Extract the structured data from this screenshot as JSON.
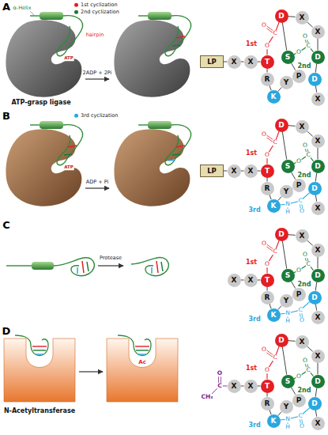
{
  "diagram": {
    "nodes": [
      {
        "text": [
          "LP"
        ]
      },
      {
        "text": [
          "X"
        ]
      },
      {
        "text": [
          "X"
        ]
      },
      {
        "text": [
          "T"
        ]
      },
      {
        "text": [
          "D"
        ]
      },
      {
        "text": [
          "X"
        ]
      },
      {
        "text": [
          "X"
        ]
      },
      {
        "text": [
          "S"
        ]
      },
      {
        "text": [
          "D"
        ]
      },
      {
        "text": [
          "R"
        ]
      },
      {
        "text": [
          "Y"
        ]
      },
      {
        "text": [
          "P"
        ]
      },
      {
        "text": [
          "K"
        ]
      },
      {
        "text": [
          "D"
        ]
      },
      {
        "text": [
          "X"
        ]
      },
      {
        "text": [
          "LP"
        ]
      },
      {
        "text": [
          "X"
        ]
      },
      {
        "text": [
          "X"
        ]
      },
      {
        "text": [
          "T"
        ]
      },
      {
        "text": [
          "D"
        ]
      },
      {
        "text": [
          "X"
        ]
      },
      {
        "text": [
          "X"
        ]
      },
      {
        "text": [
          "S"
        ]
      },
      {
        "text": [
          "D"
        ]
      },
      {
        "text": [
          "R"
        ]
      },
      {
        "text": [
          "Y"
        ]
      },
      {
        "text": [
          "P"
        ]
      },
      {
        "text": [
          "K"
        ]
      },
      {
        "text": [
          "D"
        ]
      },
      {
        "text": [
          "X"
        ]
      },
      {
        "text": [
          "X"
        ]
      },
      {
        "text": [
          "X"
        ]
      },
      {
        "text": [
          "T"
        ]
      },
      {
        "text": [
          "D"
        ]
      },
      {
        "text": [
          "X"
        ]
      },
      {
        "text": [
          "X"
        ]
      },
      {
        "text": [
          "S"
        ]
      },
      {
        "text": [
          "D"
        ]
      },
      {
        "text": [
          "R"
        ]
      },
      {
        "text": [
          "Y"
        ]
      },
      {
        "text": [
          "P"
        ]
      },
      {
        "text": [
          "K"
        ]
      },
      {
        "text": [
          "D"
        ]
      },
      {
        "text": [
          "X"
        ]
      },
      {
        "text": [
          "X"
        ]
      },
      {
        "text": [
          "X"
        ]
      },
      {
        "text": [
          "T"
        ]
      },
      {
        "text": [
          "D"
        ]
      },
      {
        "text": [
          "X"
        ]
      },
      {
        "text": [
          "X"
        ]
      },
      {
        "text": [
          "S"
        ]
      },
      {
        "text": [
          "D"
        ]
      },
      {
        "text": [
          "R"
        ]
      },
      {
        "text": [
          "Y"
        ]
      },
      {
        "text": [
          "P"
        ]
      },
      {
        "text": [
          "K"
        ]
      },
      {
        "text": [
          "D"
        ]
      },
      {
        "text": [
          "X"
        ]
      }
    ],
    "edges": [
      {
        "from": 0,
        "to": 1,
        "arrow": "none"
      },
      {
        "from": 1,
        "to": 2,
        "arrow": "none"
      },
      {
        "from": 2,
        "to": 3,
        "arrow": "none"
      },
      {
        "from": 3,
        "to": 9,
        "arrow": "none"
      },
      {
        "from": 9,
        "to": 12,
        "arrow": "none"
      },
      {
        "from": 12,
        "to": 10,
        "arrow": "none"
      },
      {
        "from": 10,
        "to": 11,
        "arrow": "none"
      },
      {
        "from": 11,
        "to": 7,
        "arrow": "none"
      },
      {
        "from": 7,
        "to": 4,
        "arrow": "none"
      },
      {
        "from": 4,
        "to": 5,
        "arrow": "none"
      },
      {
        "from": 5,
        "to": 6,
        "arrow": "none"
      },
      {
        "from": 6,
        "to": 8,
        "arrow": "none"
      },
      {
        "from": 8,
        "to": 13,
        "arrow": "none"
      },
      {
        "from": 13,
        "to": 14,
        "arrow": "none"
      },
      {
        "from": 3,
        "to": 4,
        "arrow": "none"
      },
      {
        "from": 7,
        "to": 8,
        "arrow": "none"
      },
      {
        "from": 15,
        "to": 16,
        "arrow": "none"
      },
      {
        "from": 16,
        "to": 17,
        "arrow": "none"
      },
      {
        "from": 17,
        "to": 18,
        "arrow": "none"
      },
      {
        "from": 18,
        "to": 24,
        "arrow": "none"
      },
      {
        "from": 24,
        "to": 27,
        "arrow": "none"
      },
      {
        "from": 27,
        "to": 25,
        "arrow": "none"
      },
      {
        "from": 25,
        "to": 26,
        "arrow": "none"
      },
      {
        "from": 26,
        "to": 22,
        "arrow": "none"
      },
      {
        "from": 22,
        "to": 19,
        "arrow": "none"
      },
      {
        "from": 19,
        "to": 20,
        "arrow": "none"
      },
      {
        "from": 20,
        "to": 21,
        "arrow": "none"
      },
      {
        "from": 21,
        "to": 23,
        "arrow": "none"
      },
      {
        "from": 23,
        "to": 28,
        "arrow": "none"
      },
      {
        "from": 28,
        "to": 29,
        "arrow": "none"
      },
      {
        "from": 18,
        "to": 19,
        "arrow": "none"
      },
      {
        "from": 22,
        "to": 23,
        "arrow": "none"
      },
      {
        "from": 27,
        "to": 28,
        "arrow": "none"
      },
      {
        "from": 30,
        "to": 31,
        "arrow": "none"
      },
      {
        "from": 31,
        "to": 32,
        "arrow": "none"
      },
      {
        "from": 32,
        "to": 38,
        "arrow": "none"
      },
      {
        "from": 38,
        "to": 41,
        "arrow": "none"
      },
      {
        "from": 41,
        "to": 39,
        "arrow": "none"
      },
      {
        "from": 39,
        "to": 40,
        "arrow": "none"
      },
      {
        "from": 40,
        "to": 36,
        "arrow": "none"
      },
      {
        "from": 36,
        "to": 33,
        "arrow": "none"
      },
      {
        "from": 33,
        "to": 34,
        "arrow": "none"
      },
      {
        "from": 34,
        "to": 35,
        "arrow": "none"
      },
      {
        "from": 35,
        "to": 37,
        "arrow": "none"
      },
      {
        "from": 37,
        "to": 42,
        "arrow": "none"
      },
      {
        "from": 42,
        "to": 43,
        "arrow": "none"
      },
      {
        "from": 32,
        "to": 33,
        "arrow": "none"
      },
      {
        "from": 36,
        "to": 37,
        "arrow": "none"
      },
      {
        "from": 41,
        "to": 42,
        "arrow": "none"
      },
      {
        "from": 44,
        "to": 45,
        "arrow": "none"
      },
      {
        "from": 45,
        "to": 46,
        "arrow": "none"
      },
      {
        "from": 46,
        "to": 52,
        "arrow": "none"
      },
      {
        "from": 52,
        "to": 55,
        "arrow": "none"
      },
      {
        "from": 55,
        "to": 53,
        "arrow": "none"
      },
      {
        "from": 53,
        "to": 54,
        "arrow": "none"
      },
      {
        "from": 54,
        "to": 50,
        "arrow": "none"
      },
      {
        "from": 50,
        "to": 47,
        "arrow": "none"
      },
      {
        "from": 47,
        "to": 48,
        "arrow": "none"
      },
      {
        "from": 48,
        "to": 49,
        "arrow": "none"
      },
      {
        "from": 49,
        "to": 51,
        "arrow": "none"
      },
      {
        "from": 51,
        "to": 56,
        "arrow": "none"
      },
      {
        "from": 56,
        "to": 57,
        "arrow": "none"
      },
      {
        "from": 46,
        "to": 47,
        "arrow": "none"
      },
      {
        "from": 50,
        "to": 51,
        "arrow": "none"
      },
      {
        "from": 55,
        "to": 56,
        "arrow": "none"
      }
    ],
    "labels": [
      "A",
      "α-Helix",
      "hairpin",
      "ATP",
      "2ADP + 2Pi",
      "ATP-grasp ligase",
      "1st",
      "O",
      "C",
      "O",
      "2nd",
      "O",
      "C",
      "O",
      "B",
      "ATP",
      "ADP + Pi",
      "1st",
      "O",
      "C",
      "O",
      "2nd",
      "O",
      "C",
      "O",
      "3rd",
      "N",
      "H",
      "C",
      "O",
      "C",
      "Protease",
      "1st",
      "O",
      "C",
      "O",
      "2nd",
      "O",
      "C",
      "O",
      "3rd",
      "N",
      "H",
      "C",
      "O",
      "D",
      "Ac",
      "N-Acetyltransferase",
      "CH₃",
      "C",
      "O",
      "1st",
      "O",
      "C",
      "O",
      "2nd",
      "O",
      "C",
      "O",
      "3rd",
      "N",
      "H",
      "C",
      "O"
    ],
    "legend": [
      {
        "text": "1st cyclization",
        "color": "#e31e24"
      },
      {
        "text": "2nd cyclization",
        "color": "#1b7a3a"
      },
      {
        "text": "3rd cyclization",
        "color": "#2aa7df"
      }
    ]
  }
}
